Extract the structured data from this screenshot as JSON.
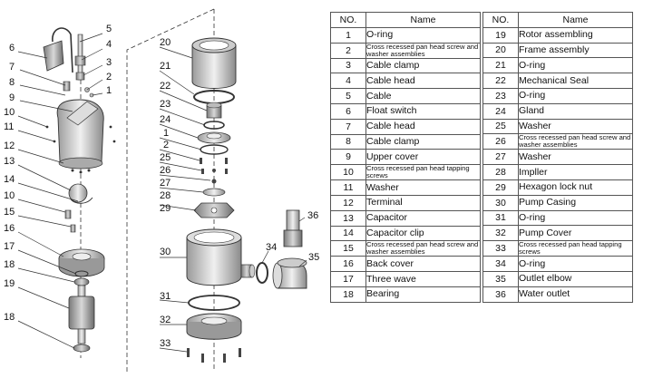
{
  "table": {
    "header_no": "NO.",
    "header_name": "Name",
    "left_rows": [
      {
        "no": "1",
        "name": "O-ring"
      },
      {
        "no": "2",
        "name": "Cross recessed pan head screw and washer assemblies",
        "small": true
      },
      {
        "no": "3",
        "name": "Cable clamp"
      },
      {
        "no": "4",
        "name": "Cable head"
      },
      {
        "no": "5",
        "name": "Cable"
      },
      {
        "no": "6",
        "name": "Float switch"
      },
      {
        "no": "7",
        "name": "Cable head"
      },
      {
        "no": "8",
        "name": "Cable clamp"
      },
      {
        "no": "9",
        "name": "Upper cover"
      },
      {
        "no": "10",
        "name": "Cross recessed pan head tapping screws",
        "small": true
      },
      {
        "no": "11",
        "name": "Washer"
      },
      {
        "no": "12",
        "name": "Terminal"
      },
      {
        "no": "13",
        "name": "Capacitor"
      },
      {
        "no": "14",
        "name": "Capacitor clip"
      },
      {
        "no": "15",
        "name": "Cross recessed pan head screw and washer assemblies",
        "small": true
      },
      {
        "no": "16",
        "name": "Back cover"
      },
      {
        "no": "17",
        "name": "Three wave"
      },
      {
        "no": "18",
        "name": "Bearing"
      }
    ],
    "right_rows": [
      {
        "no": "19",
        "name": "Rotor assembling"
      },
      {
        "no": "20",
        "name": "Frame assembly"
      },
      {
        "no": "21",
        "name": "O-ring"
      },
      {
        "no": "22",
        "name": "Mechanical Seal"
      },
      {
        "no": "23",
        "name": "O-ring"
      },
      {
        "no": "24",
        "name": "Gland"
      },
      {
        "no": "25",
        "name": "Washer"
      },
      {
        "no": "26",
        "name": "Cross recessed pan head screw and washer assemblies",
        "small": true
      },
      {
        "no": "27",
        "name": "Washer"
      },
      {
        "no": "28",
        "name": "Impller"
      },
      {
        "no": "29",
        "name": "Hexagon lock nut"
      },
      {
        "no": "30",
        "name": "Pump Casing"
      },
      {
        "no": "31",
        "name": "O-ring"
      },
      {
        "no": "32",
        "name": "Pump Cover"
      },
      {
        "no": "33",
        "name": "Cross recessed pan head tapping screws",
        "small": true
      },
      {
        "no": "34",
        "name": "O-ring"
      },
      {
        "no": "35",
        "name": "Outlet elbow"
      },
      {
        "no": "36",
        "name": "Water outlet"
      }
    ]
  },
  "callouts": {
    "left": [
      "5",
      "4",
      "6",
      "3",
      "7",
      "2",
      "8",
      "1",
      "9",
      "10",
      "11",
      "12",
      "13",
      "14",
      "10",
      "15",
      "16",
      "17",
      "18",
      "19",
      "18"
    ],
    "middle": [
      "20",
      "21",
      "22",
      "23",
      "24",
      "1",
      "2",
      "25",
      "26",
      "27",
      "28",
      "29",
      "30",
      "31",
      "32",
      "33"
    ],
    "right": [
      "36",
      "34",
      "35"
    ]
  }
}
